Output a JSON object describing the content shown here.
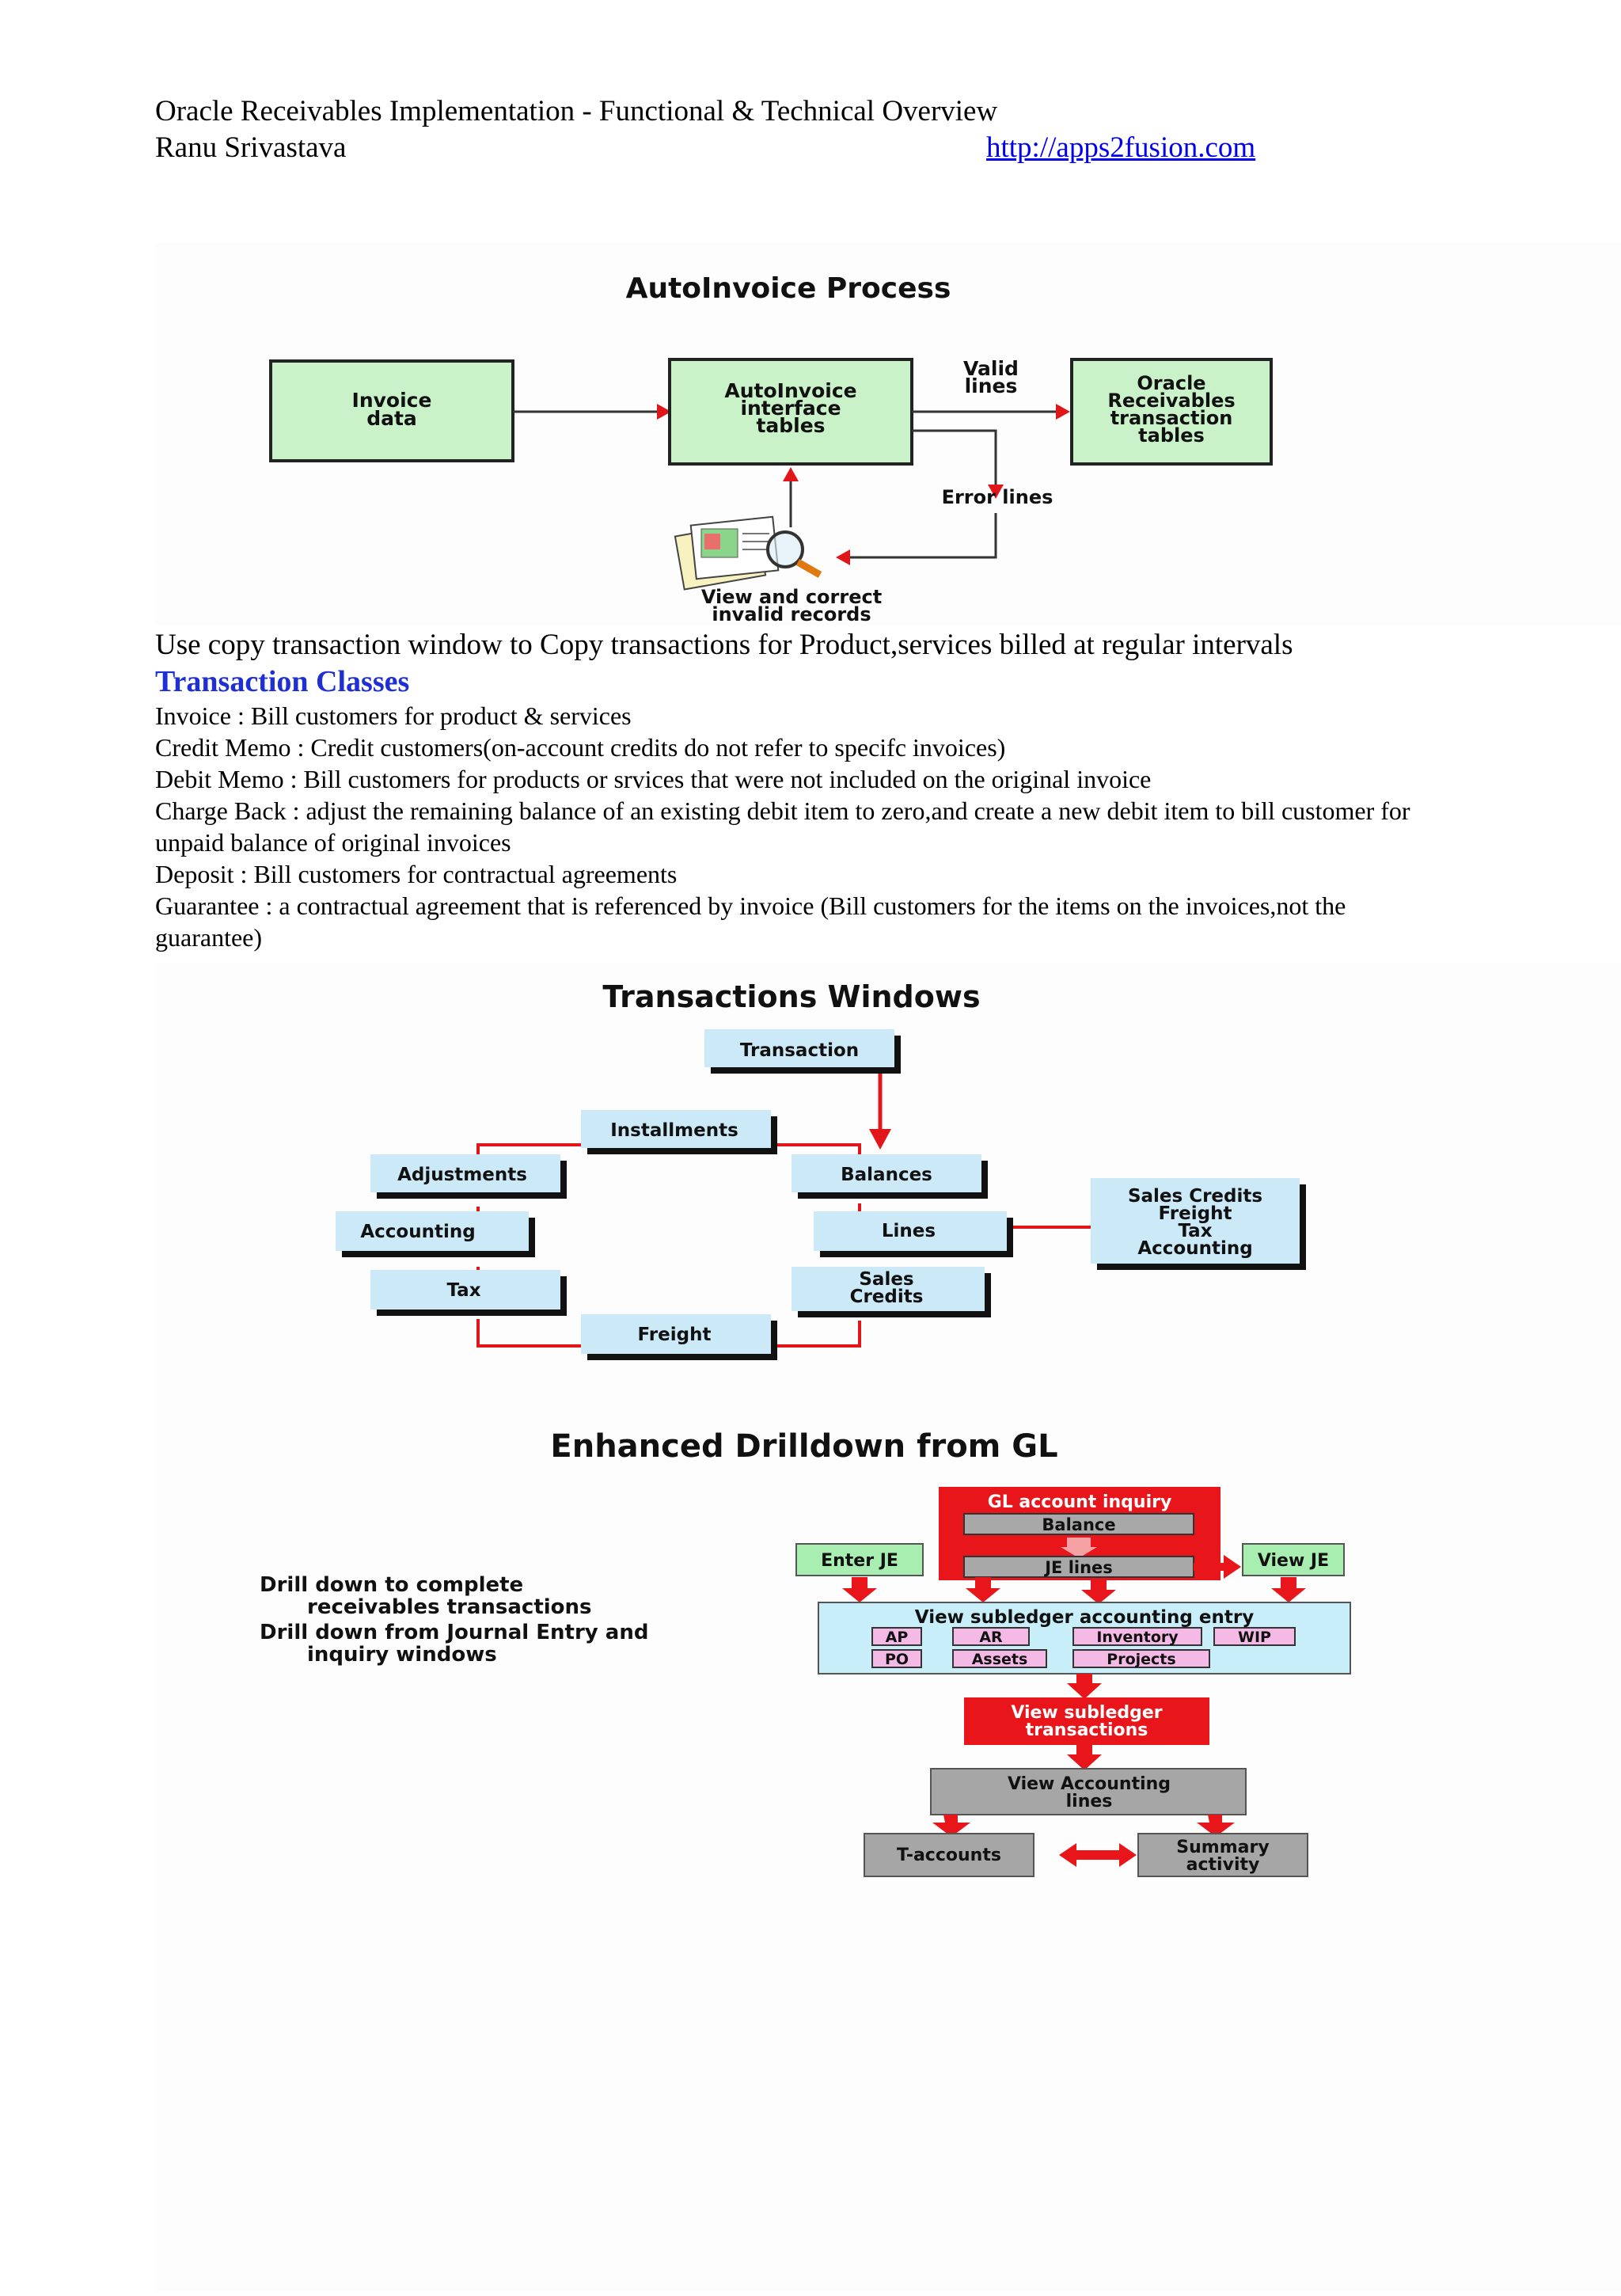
{
  "header": {
    "title": "Oracle Receivables Implementation - Functional & Technical Overview",
    "author": "Ranu Srivastava",
    "link": "http://apps2fusion.com"
  },
  "autoinvoice": {
    "title": "AutoInvoice Process",
    "invoice_data": [
      "Invoice",
      "data"
    ],
    "interface": [
      "AutoInvoice",
      "interface",
      "tables"
    ],
    "valid_lines": [
      "Valid",
      "lines"
    ],
    "receivables": [
      "Oracle",
      "Receivables",
      "transaction",
      "tables"
    ],
    "error_lines": "Error lines",
    "view_correct": [
      "View and correct",
      "invalid records"
    ]
  },
  "copy_note": "Use copy transaction window to Copy transactions for Product,services billed at regular intervals",
  "transaction_classes": {
    "heading": "Transaction Classes",
    "lines": [
      "Invoice : Bill customers for product & services",
      "Credit Memo : Credit customers(on-account credits do not refer to specifc invoices)",
      "Debit Memo :  Bill customers for products or srvices that were not included on the original invoice",
      "Charge Back : adjust the remaining balance of an existing debit item to zero,and create a new debit item to bill customer for",
      "unpaid balance of original invoices",
      "Deposit : Bill customers for contractual agreements",
      "Guarantee : a contractual agreement that is referenced by invoice (Bill customers for the items on the invoices,not the",
      "guarantee)"
    ]
  },
  "transactions_windows": {
    "title": "Transactions Windows",
    "transaction": "Transaction",
    "installments": "Installments",
    "adjustments": "Adjustments",
    "balances": "Balances",
    "accounting": "Accounting",
    "lines": "Lines",
    "tax": "Tax",
    "sales_credits": [
      "Sales",
      "Credits"
    ],
    "freight": "Freight",
    "line_details": [
      "Sales Credits",
      "Freight",
      "Tax",
      "Accounting"
    ]
  },
  "drilldown": {
    "title": "Enhanced Drilldown from GL",
    "bullets": [
      "Drill down to complete",
      "receivables transactions",
      "Drill down from Journal Entry and",
      "inquiry windows"
    ],
    "gl_inquiry": "GL account inquiry",
    "balance": "Balance",
    "je_lines": "JE lines",
    "enter_je": "Enter JE",
    "view_je": "View JE",
    "subledger_entry": "View subledger accounting entry",
    "modules": [
      "AP",
      "AR",
      "Inventory",
      "WIP",
      "PO",
      "Assets",
      "Projects"
    ],
    "view_subledger": [
      "View subledger",
      "transactions"
    ],
    "view_accounting": [
      "View Accounting",
      "lines"
    ],
    "t_accounts": "T-accounts",
    "summary": [
      "Summary",
      "activity"
    ]
  }
}
